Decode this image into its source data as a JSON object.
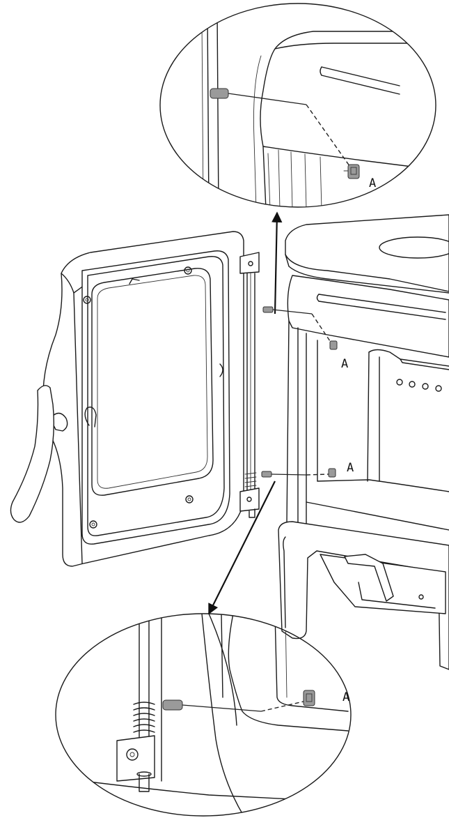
{
  "part_label": "A",
  "callouts": [
    {
      "id": "top-detail",
      "label": "A"
    },
    {
      "id": "upper-fixing",
      "label": "A"
    },
    {
      "id": "lower-fixing",
      "label": "A"
    },
    {
      "id": "bottom-detail",
      "label": "A"
    }
  ]
}
